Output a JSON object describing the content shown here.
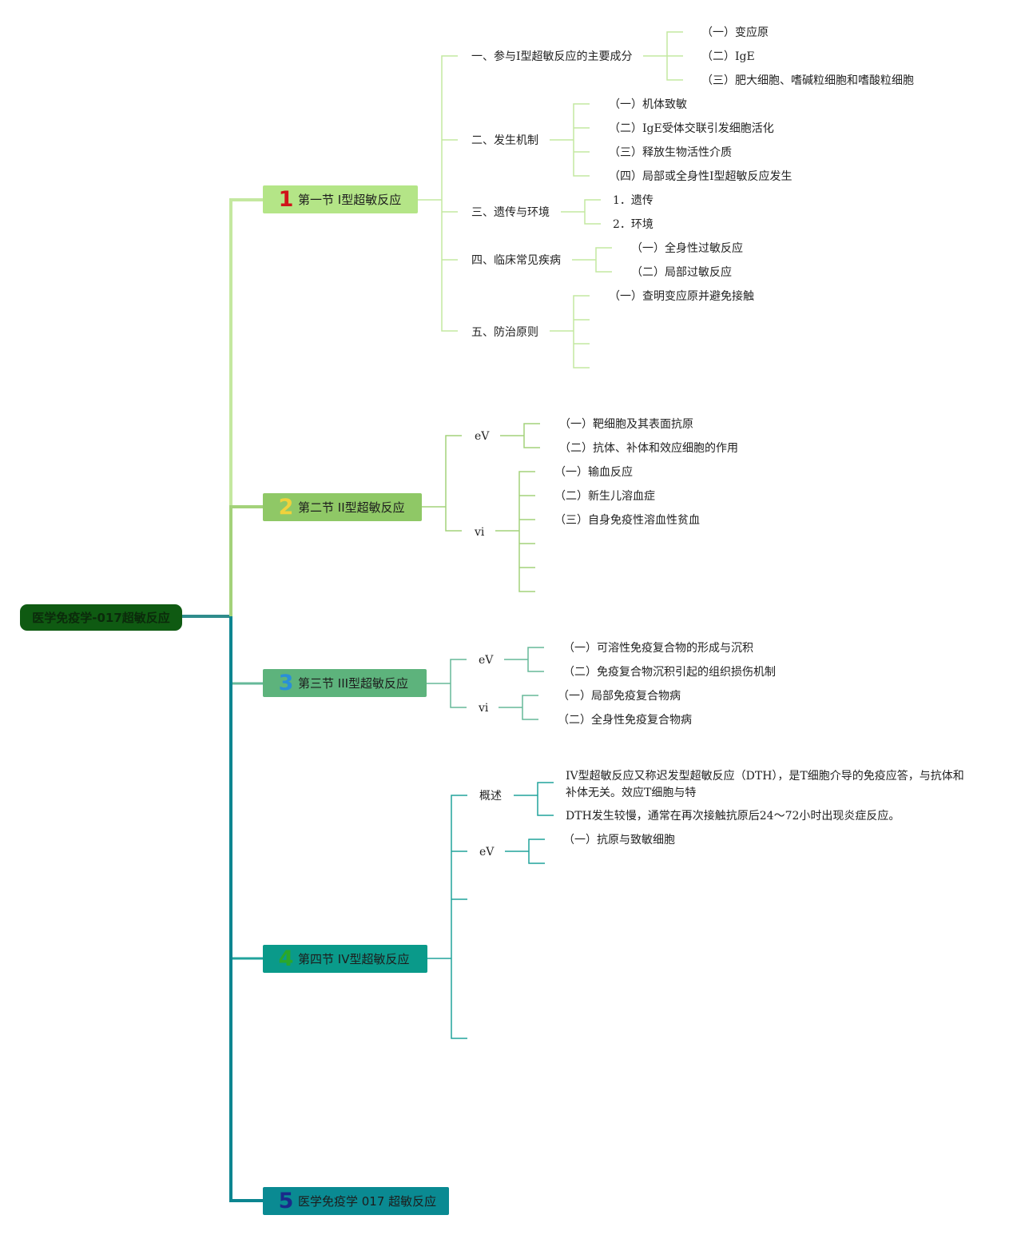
{
  "root": {
    "title": "医学免疫学-017超敏反应"
  },
  "sections": [
    {
      "number": "1",
      "label": "第一节 I型超敏反应",
      "bg": "#b4e587",
      "number_color": "#d0141a",
      "line_color": "#c4e8a0"
    },
    {
      "number": "2",
      "label": "第二节 II型超敏反应",
      "bg": "#8fc866",
      "number_color": "#f0d23c",
      "line_color": "#a3d27a"
    },
    {
      "number": "3",
      "label": "第三节 III型超敏反应",
      "bg": "#5db37c",
      "number_color": "#2a8fd8",
      "line_color": "#66b999"
    },
    {
      "number": "4",
      "label": "第四节 IV型超敏反应",
      "bg": "#0a9a8a",
      "number_color": "#2aa72a",
      "line_color": "#21a39c"
    },
    {
      "number": "5",
      "label": "医学免疫学 017 超敏反应",
      "bg": "#0a8a92",
      "number_color": "#1a2a8a",
      "line_color": "#0c8590"
    }
  ],
  "s1": {
    "topics": [
      {
        "label": "一、参与I型超敏反应的主要成分",
        "items": [
          "（一）变应原",
          "（二）IgE",
          "（三）肥大细胞、嗜碱粒细胞和嗜酸粒细胞"
        ]
      },
      {
        "label": "二、发生机制",
        "items": [
          "（一）机体致敏",
          "（二）IgE受体交联引发细胞活化",
          "（三）释放生物活性介质",
          "（四）局部或全身性I型超敏反应发生"
        ]
      },
      {
        "label": "三、遗传与环境",
        "items": [
          "1．遗传",
          "2．环境"
        ]
      },
      {
        "label": "四、临床常见疾病",
        "items": [
          "（一）全身性过敏反应",
          "（二）局部过敏反应"
        ]
      },
      {
        "label": "五、防治原则",
        "items": [
          "（一）查明变应原并避免接触"
        ]
      }
    ]
  },
  "s2": {
    "topics": [
      {
        "label": "eV",
        "items": [
          "（一）靶细胞及其表面抗原",
          "（二）抗体、补体和效应细胞的作用"
        ]
      },
      {
        "label": "vi",
        "items": [
          "（一）输血反应",
          "（二）新生儿溶血症",
          "（三）自身免疫性溶血性贫血"
        ]
      }
    ]
  },
  "s3": {
    "topics": [
      {
        "label": "eV",
        "items": [
          "（一）可溶性免疫复合物的形成与沉积",
          "（二）免疫复合物沉积引起的组织损伤机制"
        ]
      },
      {
        "label": "vi",
        "items": [
          "（一）局部免疫复合物病",
          "（二）全身性免疫复合物病"
        ]
      }
    ]
  },
  "s4": {
    "topics": [
      {
        "label": "概述",
        "items": [
          "IV型超敏反应又称迟发型超敏反应（DTH），是T细胞介导的免疫应答，与抗体和补体无关。效应T细胞与特",
          "DTH发生较慢，通常在再次接触抗原后24～72小时出现炎症反应。"
        ]
      },
      {
        "label": "eV",
        "items": [
          "（一）抗原与致敏细胞"
        ]
      }
    ]
  }
}
